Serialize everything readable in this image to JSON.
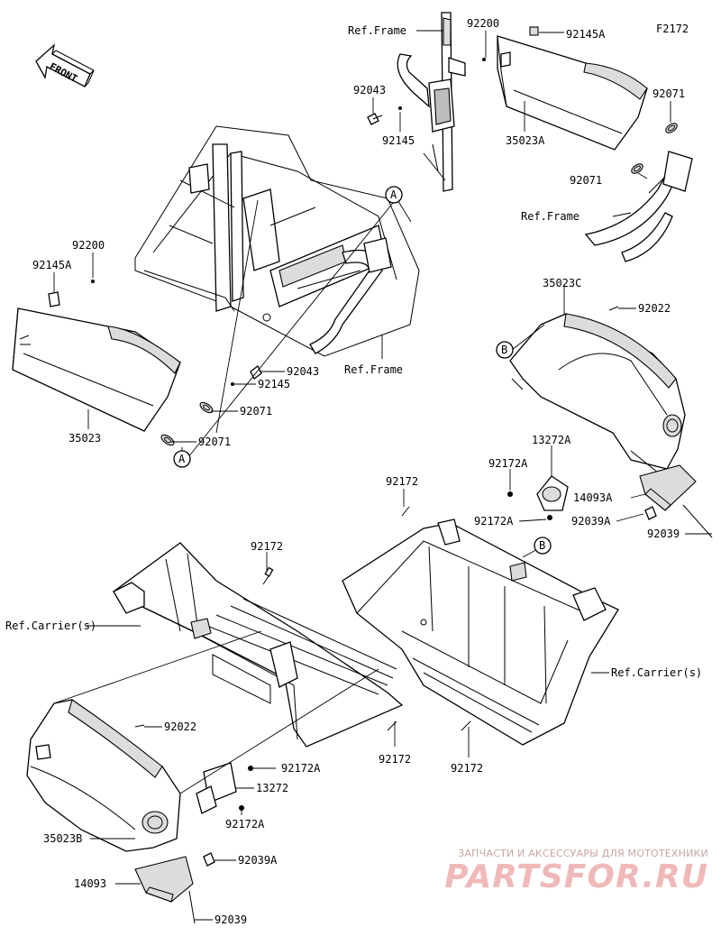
{
  "figure_code": "F2172",
  "front_label": "FRONT",
  "colors": {
    "ink": "#000000",
    "watermark": "#f0b9b9",
    "watermark_text": "#c9a4a4"
  },
  "callouts": {
    "a": "A",
    "b": "B"
  },
  "labels": [
    {
      "id": "ref-frame-top",
      "text": "Ref.Frame"
    },
    {
      "id": "p92200-top",
      "text": "92200"
    },
    {
      "id": "p92145a-top",
      "text": "92145A"
    },
    {
      "id": "p92043-top",
      "text": "92043"
    },
    {
      "id": "p92145-top",
      "text": "92145"
    },
    {
      "id": "p35023a",
      "text": "35023A"
    },
    {
      "id": "p92071-top1",
      "text": "92071"
    },
    {
      "id": "p92071-top2",
      "text": "92071"
    },
    {
      "id": "ref-frame-mid",
      "text": "Ref.Frame"
    },
    {
      "id": "p92200-left",
      "text": "92200"
    },
    {
      "id": "p92145a-left",
      "text": "92145A"
    },
    {
      "id": "p92043-mid",
      "text": "92043"
    },
    {
      "id": "p92145-mid",
      "text": "92145"
    },
    {
      "id": "ref-frame-center",
      "text": "Ref.Frame"
    },
    {
      "id": "p92071-mid1",
      "text": "92071"
    },
    {
      "id": "p35023",
      "text": "35023"
    },
    {
      "id": "p92071-mid2",
      "text": "92071"
    },
    {
      "id": "p35023c",
      "text": "35023C"
    },
    {
      "id": "p92022-right",
      "text": "92022"
    },
    {
      "id": "p13272a",
      "text": "13272A"
    },
    {
      "id": "p92172a-r1",
      "text": "92172A"
    },
    {
      "id": "p14093a",
      "text": "14093A"
    },
    {
      "id": "p92172a-r2",
      "text": "92172A"
    },
    {
      "id": "p92039a-r",
      "text": "92039A"
    },
    {
      "id": "p92039-r",
      "text": "92039"
    },
    {
      "id": "p92172-top",
      "text": "92172"
    },
    {
      "id": "p92172-left",
      "text": "92172"
    },
    {
      "id": "ref-carrier-left",
      "text": "Ref.Carrier(s)"
    },
    {
      "id": "ref-carrier-right",
      "text": "Ref.Carrier(s)"
    },
    {
      "id": "p92022-left",
      "text": "92022"
    },
    {
      "id": "p92172a-l1",
      "text": "92172A"
    },
    {
      "id": "p13272",
      "text": "13272"
    },
    {
      "id": "p35023b",
      "text": "35023B"
    },
    {
      "id": "p92172a-l2",
      "text": "92172A"
    },
    {
      "id": "p92039a-l",
      "text": "92039A"
    },
    {
      "id": "p14093",
      "text": "14093"
    },
    {
      "id": "p92039-l",
      "text": "92039"
    },
    {
      "id": "p92172-mid",
      "text": "92172"
    },
    {
      "id": "p92172-bot",
      "text": "92172"
    }
  ],
  "watermark": {
    "line1": "ЗАПЧАСТИ И АКСЕССУАРЫ ДЛЯ МОТОТЕХНИКИ",
    "line2": "PARTSFOR.RU"
  }
}
